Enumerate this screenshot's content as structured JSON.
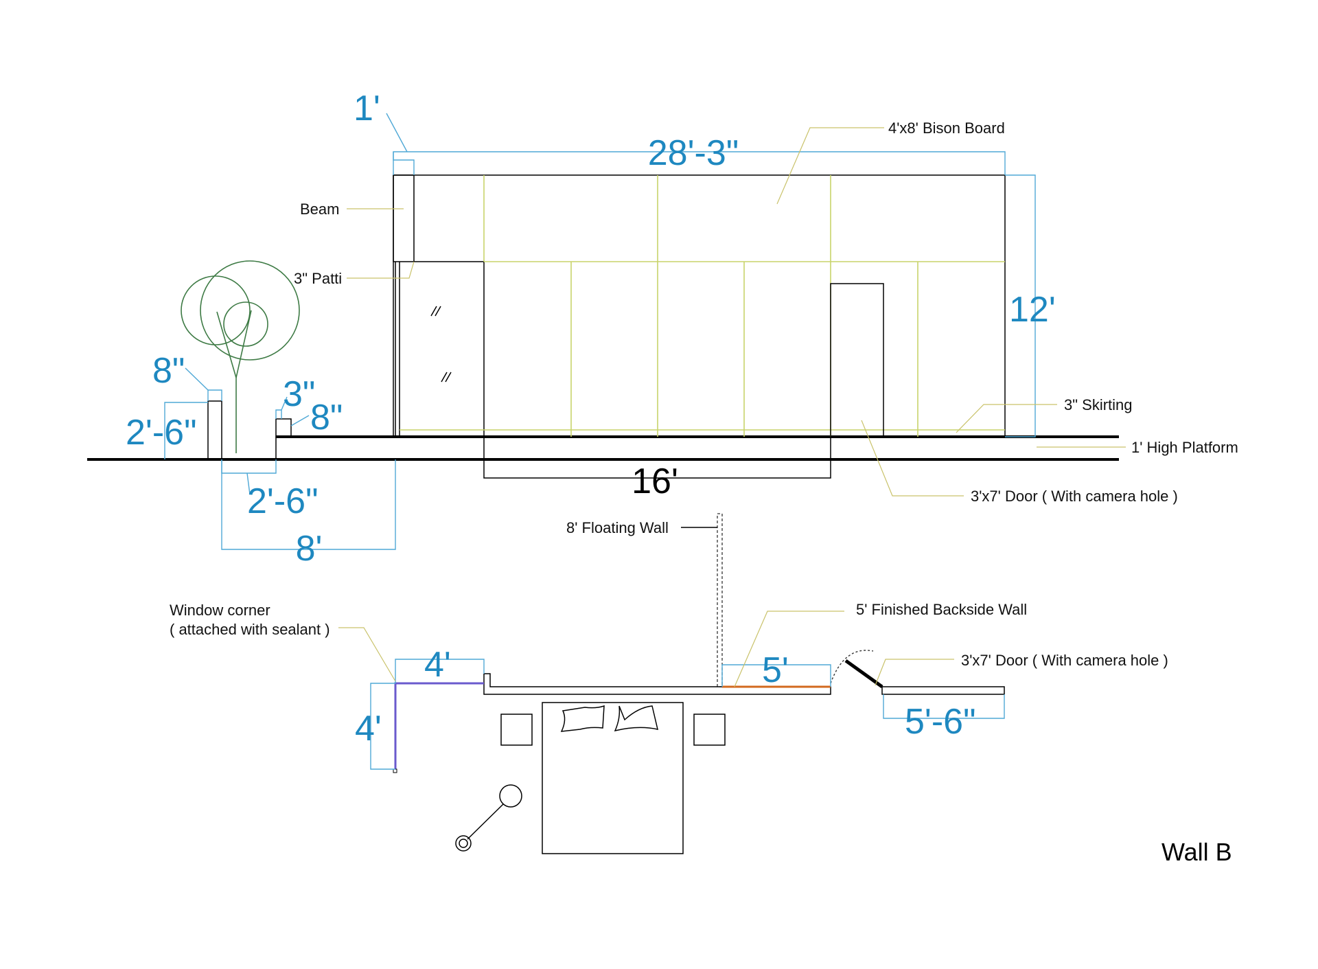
{
  "title": "Wall B",
  "elevation": {
    "dimensions": {
      "total_width": "28'-3\"",
      "beam_width": "1'",
      "height": "12'",
      "door_span": "16'",
      "planter_height": "2'-6\"",
      "planter_top": "8\"",
      "small_step": "3\"",
      "step_width": "8\"",
      "planter_width": "2'-6\"",
      "offset": "8'"
    },
    "labels": {
      "bison_board": "4'x8' Bison Board",
      "beam": "Beam",
      "patti": "3\" Patti",
      "skirting": "3\" Skirting",
      "platform": "1' High Platform",
      "door": "3'x7' Door ( With camera hole )"
    }
  },
  "plan": {
    "labels": {
      "floating_wall": "8' Floating Wall",
      "window_corner_1": "Window corner",
      "window_corner_2": "( attached with sealant )",
      "finished_wall": "5' Finished Backside Wall",
      "door": "3'x7' Door ( With camera hole )"
    },
    "dimensions": {
      "window_top": "4'",
      "window_side": "4'",
      "finished_wall": "5'",
      "right_wall": "5'-6\""
    }
  },
  "colors": {
    "dimension": "#1e88c0",
    "board_grid": "#c8d36a",
    "plant": "#3d7a44",
    "window_plan": "#6a5acd",
    "finished_wall": "#d2691e"
  }
}
